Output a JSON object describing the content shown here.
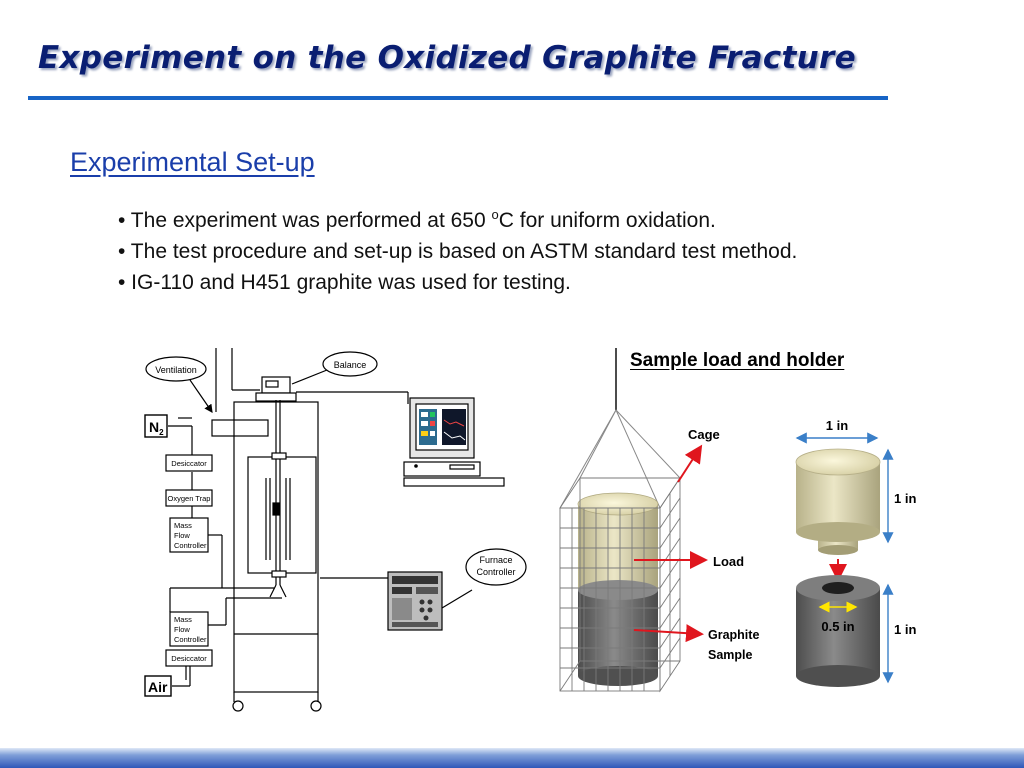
{
  "slide": {
    "title": "Experiment on the Oxidized Graphite Fracture",
    "section_heading": "Experimental Set-up",
    "bullets": [
      {
        "before": "• The experiment was performed at 650 ",
        "sup": "o",
        "after": "C for uniform oxidation."
      },
      {
        "text": "• The test procedure and set-up is based on ASTM standard test method."
      },
      {
        "text": "• IG-110 and H451 graphite was used for testing."
      }
    ]
  },
  "apparatus": {
    "ventilation": "Ventilation",
    "balance": "Balance",
    "n2": "N",
    "n2_sub": "2",
    "desiccator_top": "Desiccator",
    "oxygen_trap": "Oxygen Trap",
    "mfc_top": [
      "Mass",
      "Flow",
      "Controller"
    ],
    "mfc_bottom": [
      "Mass",
      "Flow",
      "Controller"
    ],
    "desiccator_bottom": "Desiccator",
    "air": "Air",
    "furnace_controller": [
      "Furnace",
      "Controller"
    ]
  },
  "sample_holder": {
    "heading": "Sample load and holder",
    "cage": "Cage",
    "load": "Load",
    "graphite_sample": [
      "Graphite",
      "Sample"
    ],
    "dim_top_width": "1 in",
    "dim_top_height": "1 in",
    "dim_hole": "0.5 in",
    "dim_bottom_height": "1 in"
  },
  "colors": {
    "title": "#0a1e72",
    "rule": "#1764c6",
    "heading": "#1a3eaa",
    "arrow": "#e0161e",
    "load_cylinder": "#d9d3ab",
    "graphite_cylinder": "#6c6c6c"
  }
}
